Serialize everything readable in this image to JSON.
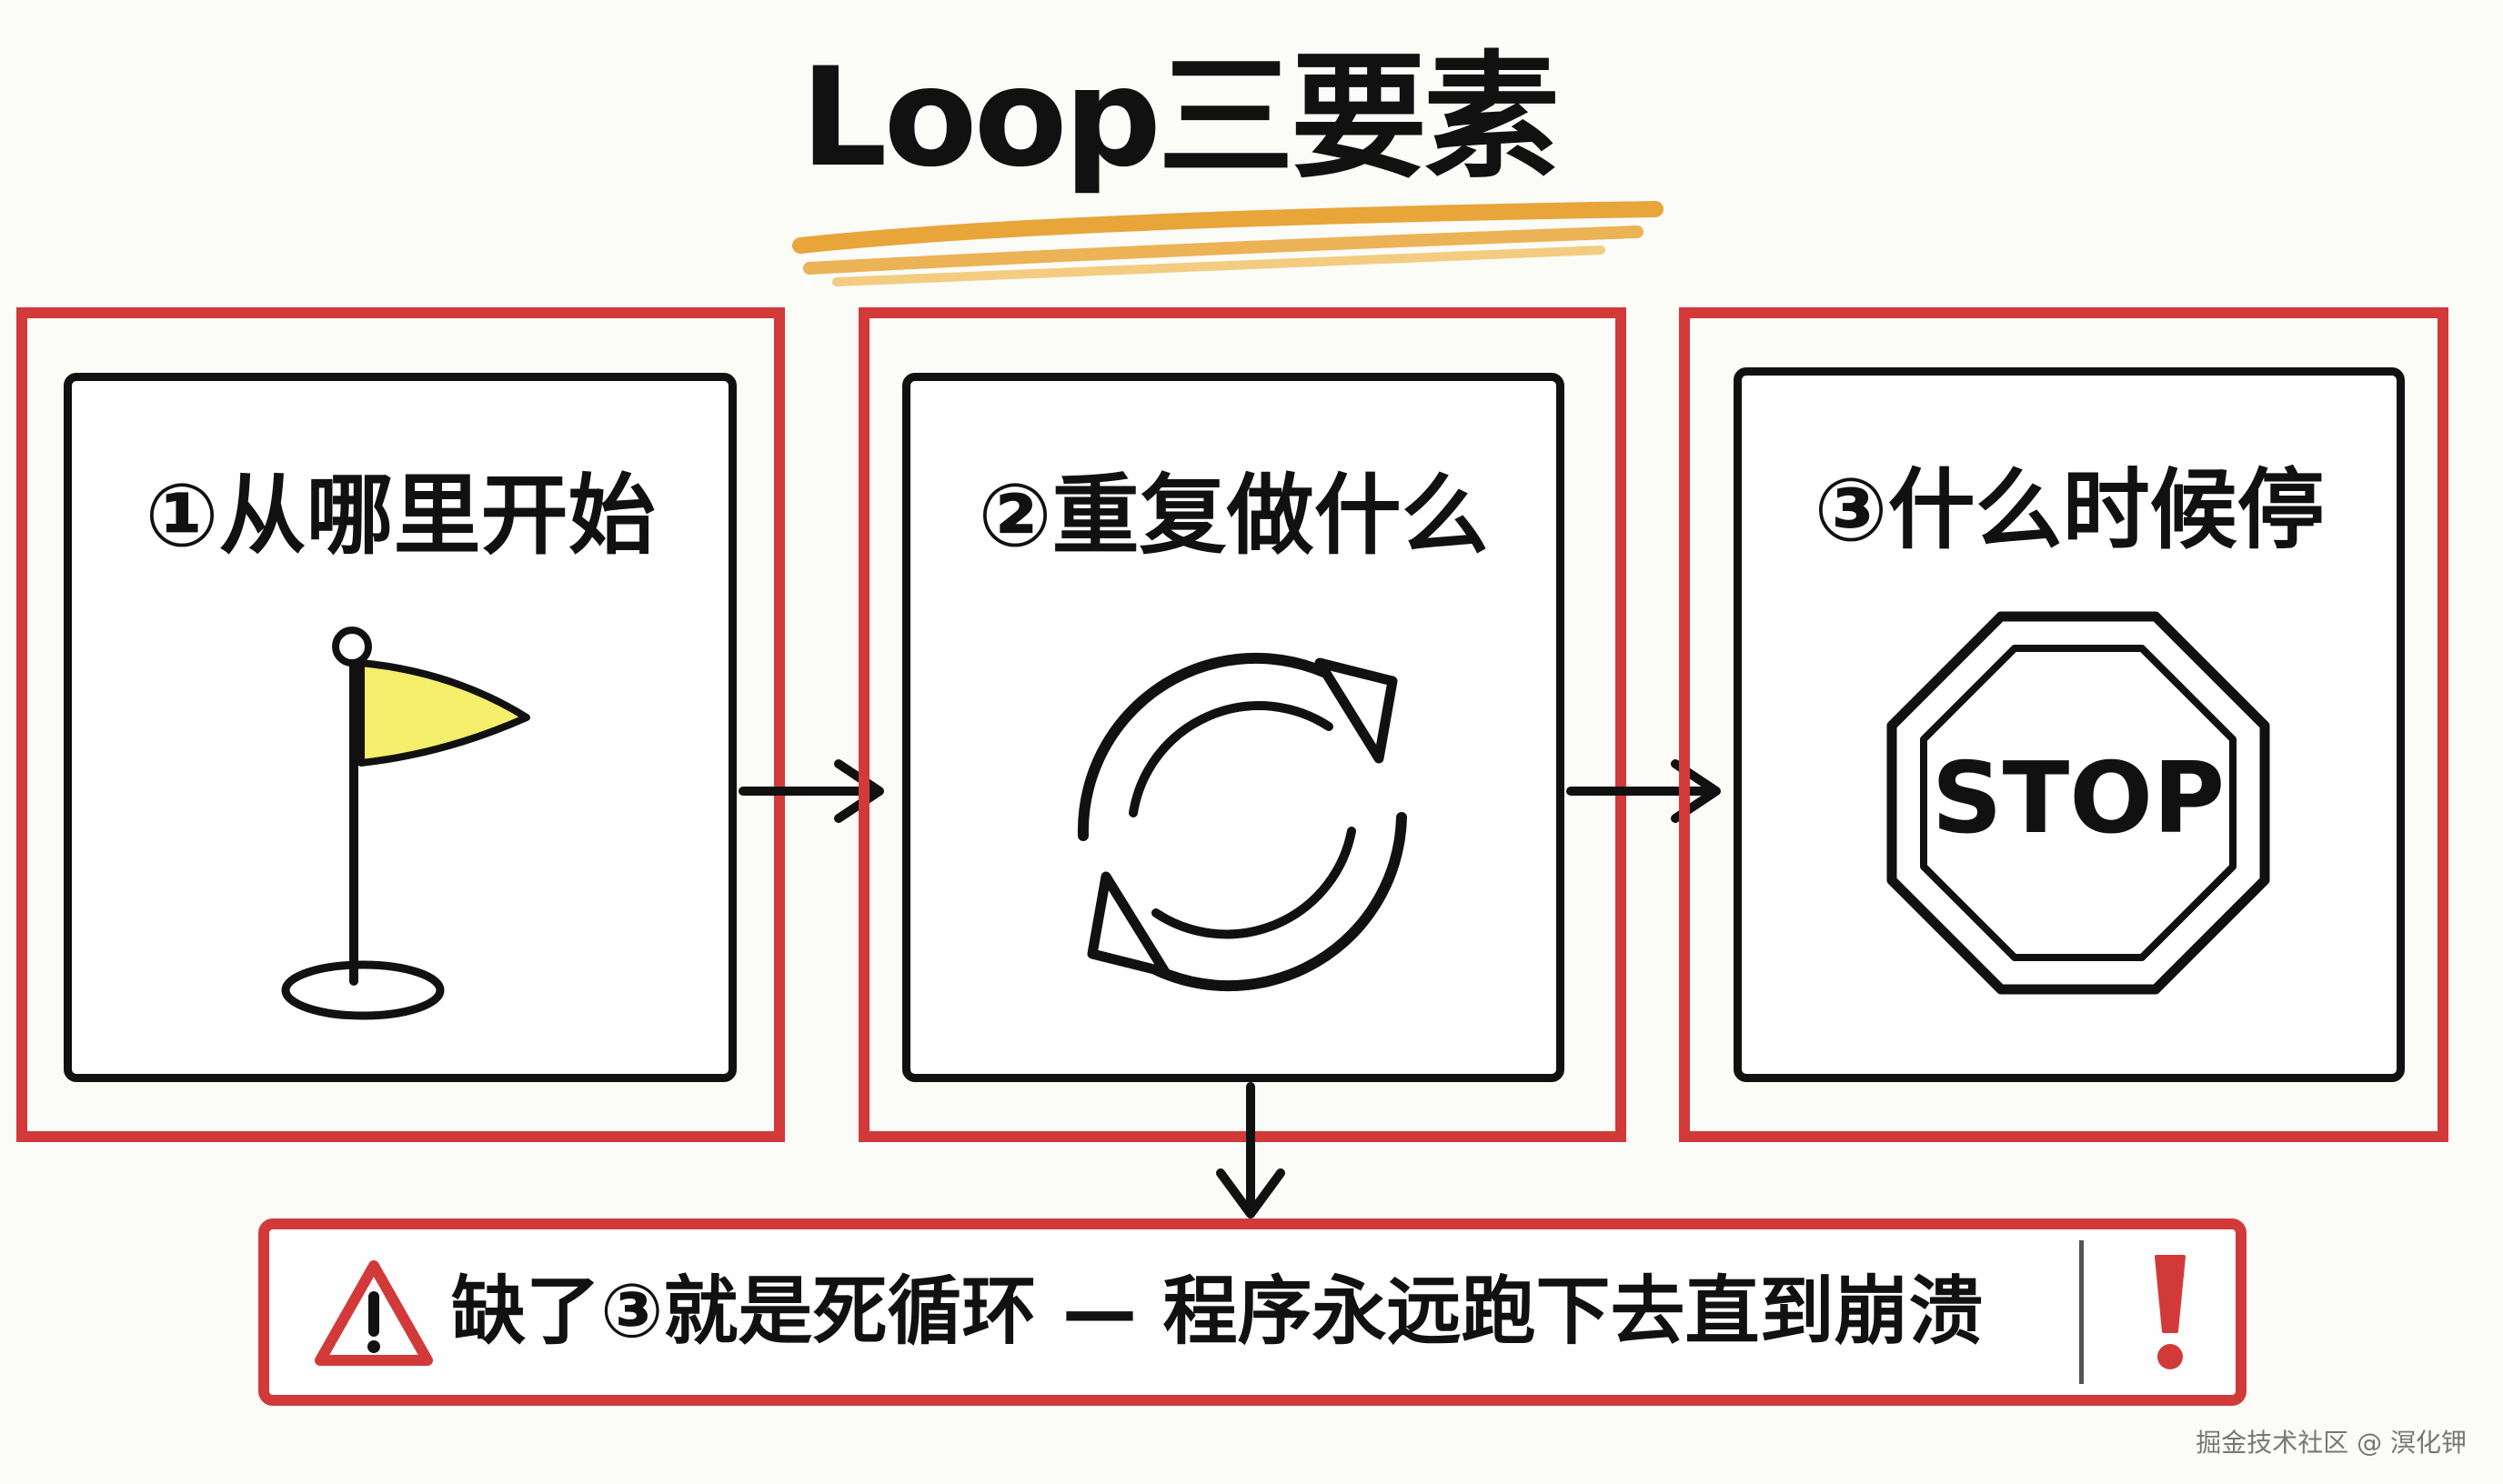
{
  "title": "Loop三要素",
  "steps": [
    {
      "label": "①从哪里开始",
      "icon": "flag-icon"
    },
    {
      "label": "②重复做什么",
      "icon": "cycle-arrows-icon"
    },
    {
      "label": "③什么时候停",
      "icon": "stop-sign-icon",
      "sign_text": "STOP"
    }
  ],
  "warning": {
    "text": "缺了③就是死循环 — 程序永远跑下去直到崩溃",
    "left_icon": "warning-triangle-icon",
    "right_icon": "exclamation-icon"
  },
  "watermark": "掘金技术社区 @ 溟化钾",
  "colors": {
    "frame_red": "#d23a3a",
    "flag_yellow": "#f4ee6a",
    "underline_orange": "#e8a53a",
    "ink": "#111111"
  }
}
